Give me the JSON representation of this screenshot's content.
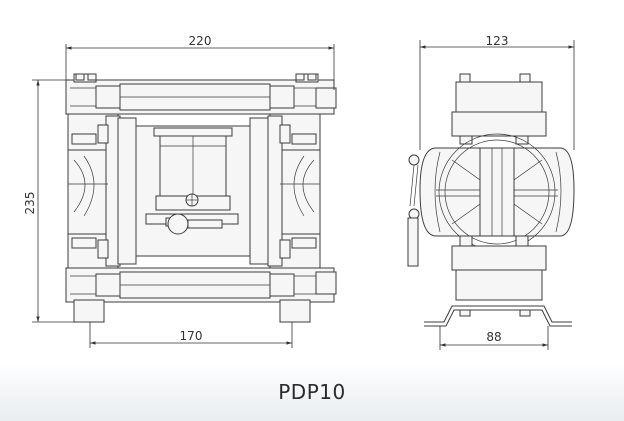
{
  "dimensions": {
    "front_width": "220",
    "front_height": "235",
    "front_base_width": "170",
    "side_width": "123",
    "side_base_width": "88"
  },
  "model": {
    "name": "PDP10"
  }
}
